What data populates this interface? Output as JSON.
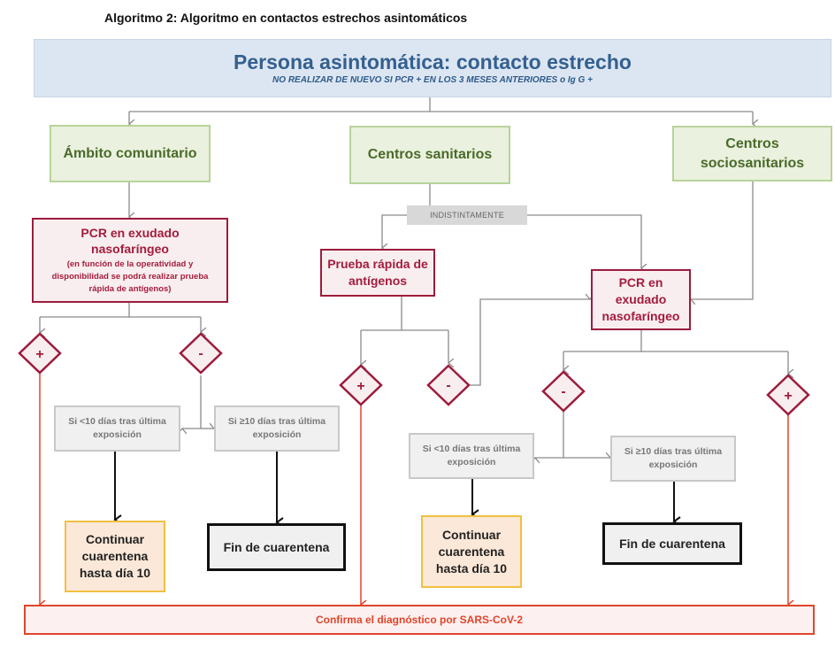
{
  "caption": "Algoritmo 2:  Algoritmo en contactos estrechos asintomáticos",
  "header": {
    "title": "Persona asintomática: contacto estrecho",
    "subtitle": "NO REALIZAR DE NUEVO SI PCR + EN LOS 3 MESES ANTERIORES o Ig G +"
  },
  "settings": {
    "community": "Ámbito comunitario",
    "health_centers": "Centros sanitarios",
    "social_health_centers": "Centros sociosanitarios"
  },
  "tests": {
    "pcr_community_title": "PCR en exudado nasofaríngeo",
    "pcr_community_note": "(en función de la operatividad y disponibilidad se podrá realizar prueba rápida de antígenos)",
    "indistinct_label": "INDISTINTAMENTE",
    "rapid_antigen": "Prueba rápida de antígenos",
    "pcr_right": "PCR en exudado nasofaríngeo"
  },
  "results": {
    "positive": "+",
    "negative": "-"
  },
  "conditions": {
    "less_than_10": "Si <10 días tras última exposición",
    "ten_or_more": "Si ≥10 días tras última exposición"
  },
  "outcomes": {
    "continue_quarantine": "Continuar cuarentena hasta día 10",
    "end_quarantine": "Fin de cuarentena",
    "confirm": "Confirma el diagnóstico por SARS-CoV-2"
  },
  "colors": {
    "header_bg": "#dce6f2",
    "header_text": "#34608f",
    "setting_border": "#b8d39a",
    "setting_text": "#4a6a2a",
    "test_border": "#9c1c3c",
    "confirm_color": "#e0452a",
    "continue_border": "#f0c040",
    "connector": "#8a8a8a"
  }
}
